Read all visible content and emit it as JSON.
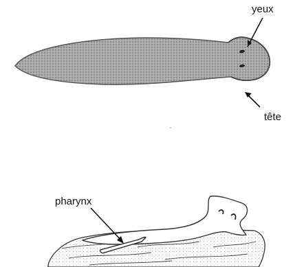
{
  "labels": {
    "eyes": "yeux",
    "head": "tête",
    "pharynx": "pharynx"
  },
  "colors": {
    "ink": "#111111",
    "stipple": "#9a9a9a",
    "background": "#ffffff"
  }
}
